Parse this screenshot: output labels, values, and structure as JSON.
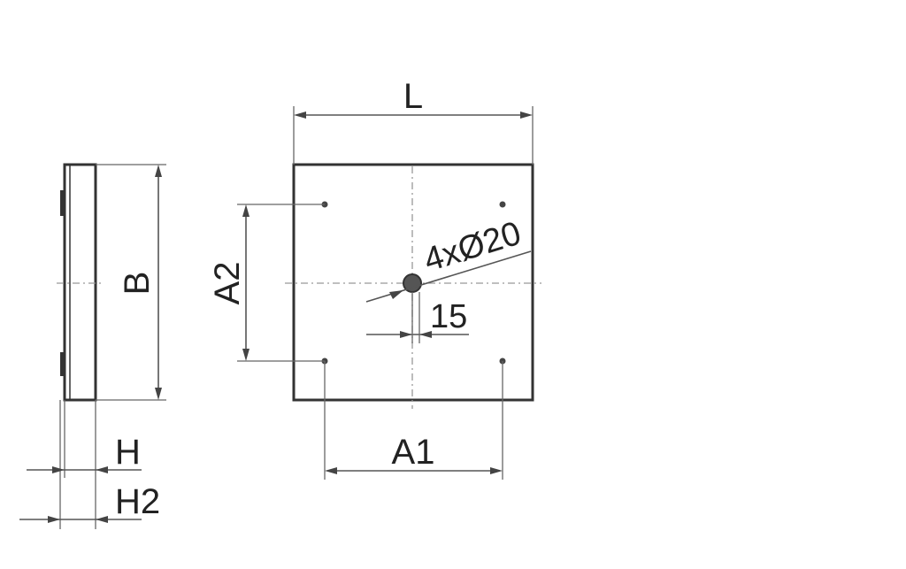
{
  "drawing": {
    "side_view": {
      "labels": {
        "B": "B",
        "H": "H",
        "H2": "H2"
      }
    },
    "front_view": {
      "labels": {
        "L": "L",
        "A1": "A1",
        "A2": "A2",
        "holes": "4xØ20",
        "offset": "15"
      }
    }
  }
}
